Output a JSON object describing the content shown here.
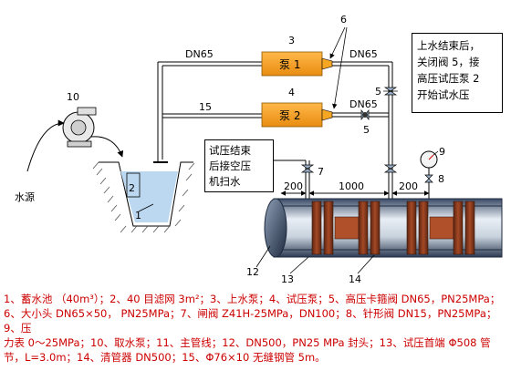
{
  "labels": {
    "dn65_top": "DN65",
    "dn65_right1": "DN65",
    "dn65_right2": "DN65",
    "water_source": "水源",
    "pump1": "泵 1",
    "pump2": "泵 2",
    "n1": "1",
    "n2": "2",
    "n3": "3",
    "n4": "4",
    "n5a": "5",
    "n5b": "5",
    "n6": "6",
    "n7": "7",
    "n8": "8",
    "n9": "9",
    "n10": "10",
    "n12": "12",
    "n13": "13",
    "n14": "14",
    "n15": "15",
    "dim200a": "200",
    "dim1000": "1000",
    "dim200b": "200"
  },
  "notes": {
    "right_box": [
      "上水结束后，",
      "关闭阀 5，接",
      "高压试压泵 2",
      "开始试水压"
    ],
    "left_box": [
      "试压结束",
      "后接空压",
      "机扫水"
    ]
  },
  "legend": {
    "line1": "1、蓄水池 （40m³）；2、40 目滤网 3m²；3、上水泵；4、试压泵；5、高压卡箍阀 DN65，PN25MPa；",
    "line2": "6、大小头 DN65×50， PN25MPa；7、闸阀 Z41H-25MPa，DN100；8、针形阀 DN15，PN25MPa；9、压",
    "line3": "力表 0～25MPa；10、取水泵；11、主管线；12、DN500，PN25 MPa 封头；13、试压首端 Φ508 管",
    "line4": "节，L=3.0m；14、清管器 DN500；15、Φ76×10 无缝钢管 5m。"
  },
  "colors": {
    "pump_fill": "#f5a623",
    "water": "#bcd8f0",
    "pig": "#8b3a1f",
    "legend_text": "#cc0000"
  }
}
